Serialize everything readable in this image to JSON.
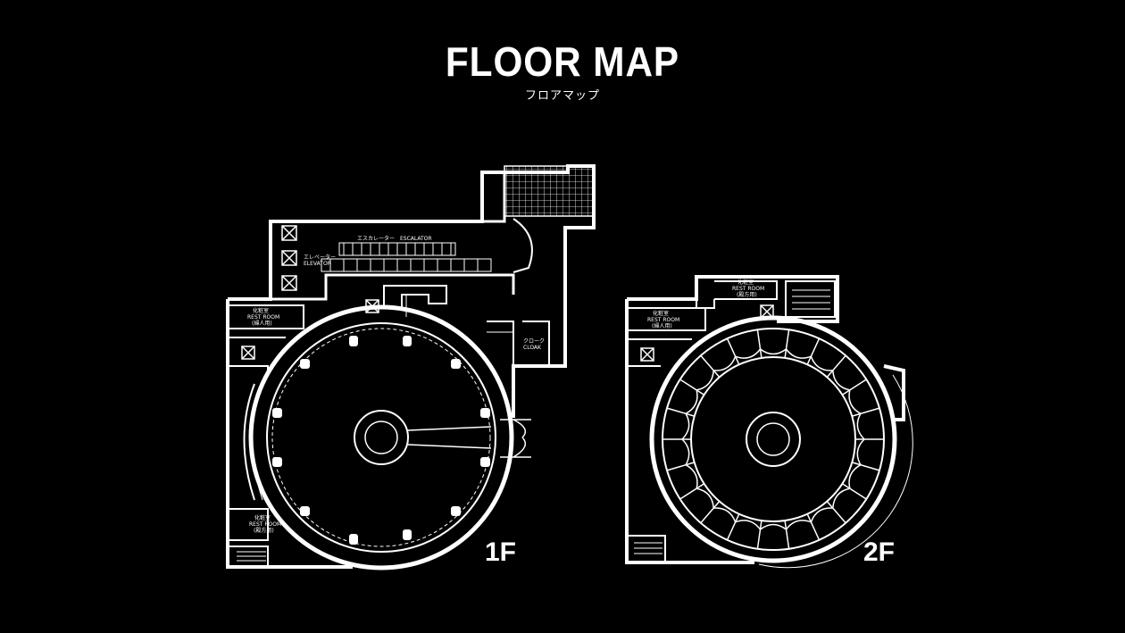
{
  "header": {
    "title": "FLOOR MAP",
    "subtitle": "フロアマップ"
  },
  "floor1": {
    "label": "1F",
    "rooms": {
      "escalator": "エスカレーター　ESCALATOR",
      "elevator_jp": "エレベーター",
      "elevator_en": "ELEVATOR",
      "restroom_w_jp": "化粧室",
      "restroom_w_en": "REST ROOM",
      "restroom_w_note": "(婦人用)",
      "restroom_m_jp": "化粧室",
      "restroom_m_en": "REST ROOM",
      "restroom_m_note": "(殿方用)",
      "cloak_jp": "クローク",
      "cloak_en": "CLOAK"
    }
  },
  "floor2": {
    "label": "2F",
    "rooms": {
      "restroom_m_jp": "化粧室",
      "restroom_m_en": "REST ROOM",
      "restroom_m_note": "(殿方用)",
      "restroom_w_jp": "化粧室",
      "restroom_w_en": "REST ROOM",
      "restroom_w_note": "(婦人用)"
    }
  },
  "colors": {
    "background": "#000000",
    "line": "#ffffff"
  }
}
